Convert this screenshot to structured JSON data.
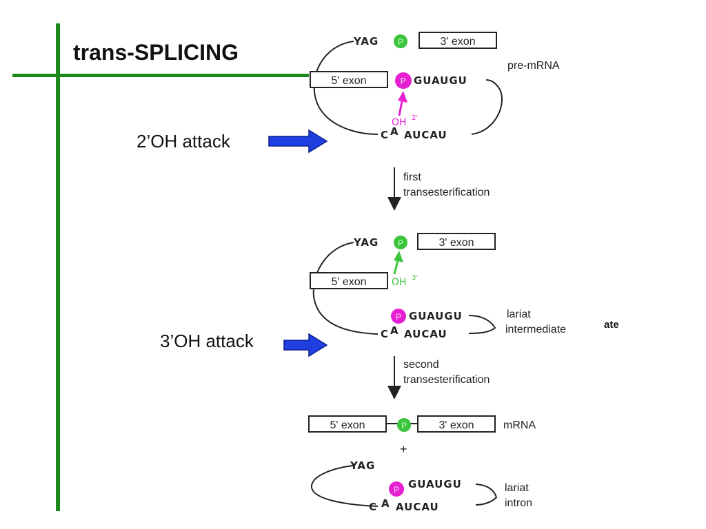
{
  "slide": {
    "title": "trans-SPLICING",
    "callout_2oh": "2’OH attack",
    "callout_3oh": "3’OH attack"
  },
  "colors": {
    "green_bar": "#1e8a1e",
    "phosphate_green": "#3cc43c",
    "phosphate_magenta": "#e620d2",
    "arrow_blue": "#1f3fe0"
  },
  "diagram": {
    "p": "P",
    "stage1": {
      "yag": "YAG",
      "exon3": "3' exon",
      "exon5": "5' exon",
      "gu": "GUAUGU",
      "oh": "OH",
      "oh_sup": "2'",
      "c": "C",
      "a": "A",
      "aucau": "AUCAU",
      "label": "pre-mRNA"
    },
    "step1": {
      "line1": "first",
      "line2": "transesterification"
    },
    "stage2": {
      "yag": "YAG",
      "exon3": "3' exon",
      "exon5": "5' exon",
      "oh": "OH",
      "oh_sup": "3'",
      "gu": "GUAUGU",
      "c": "C",
      "a": "A",
      "aucau": "AUCAU",
      "label1": "lariat",
      "label2": "intermediate",
      "label_overlay": "ate"
    },
    "step2": {
      "line1": "second",
      "line2": "transesterification"
    },
    "stage3": {
      "exon5": "5' exon",
      "exon3": "3' exon",
      "label": "mRNA",
      "plus": "+",
      "yag": "YAG",
      "gu": "GUAUGU",
      "c": "C",
      "a": "A",
      "aucau": "AUCAU",
      "label1": "lariat",
      "label2": "intron"
    }
  }
}
